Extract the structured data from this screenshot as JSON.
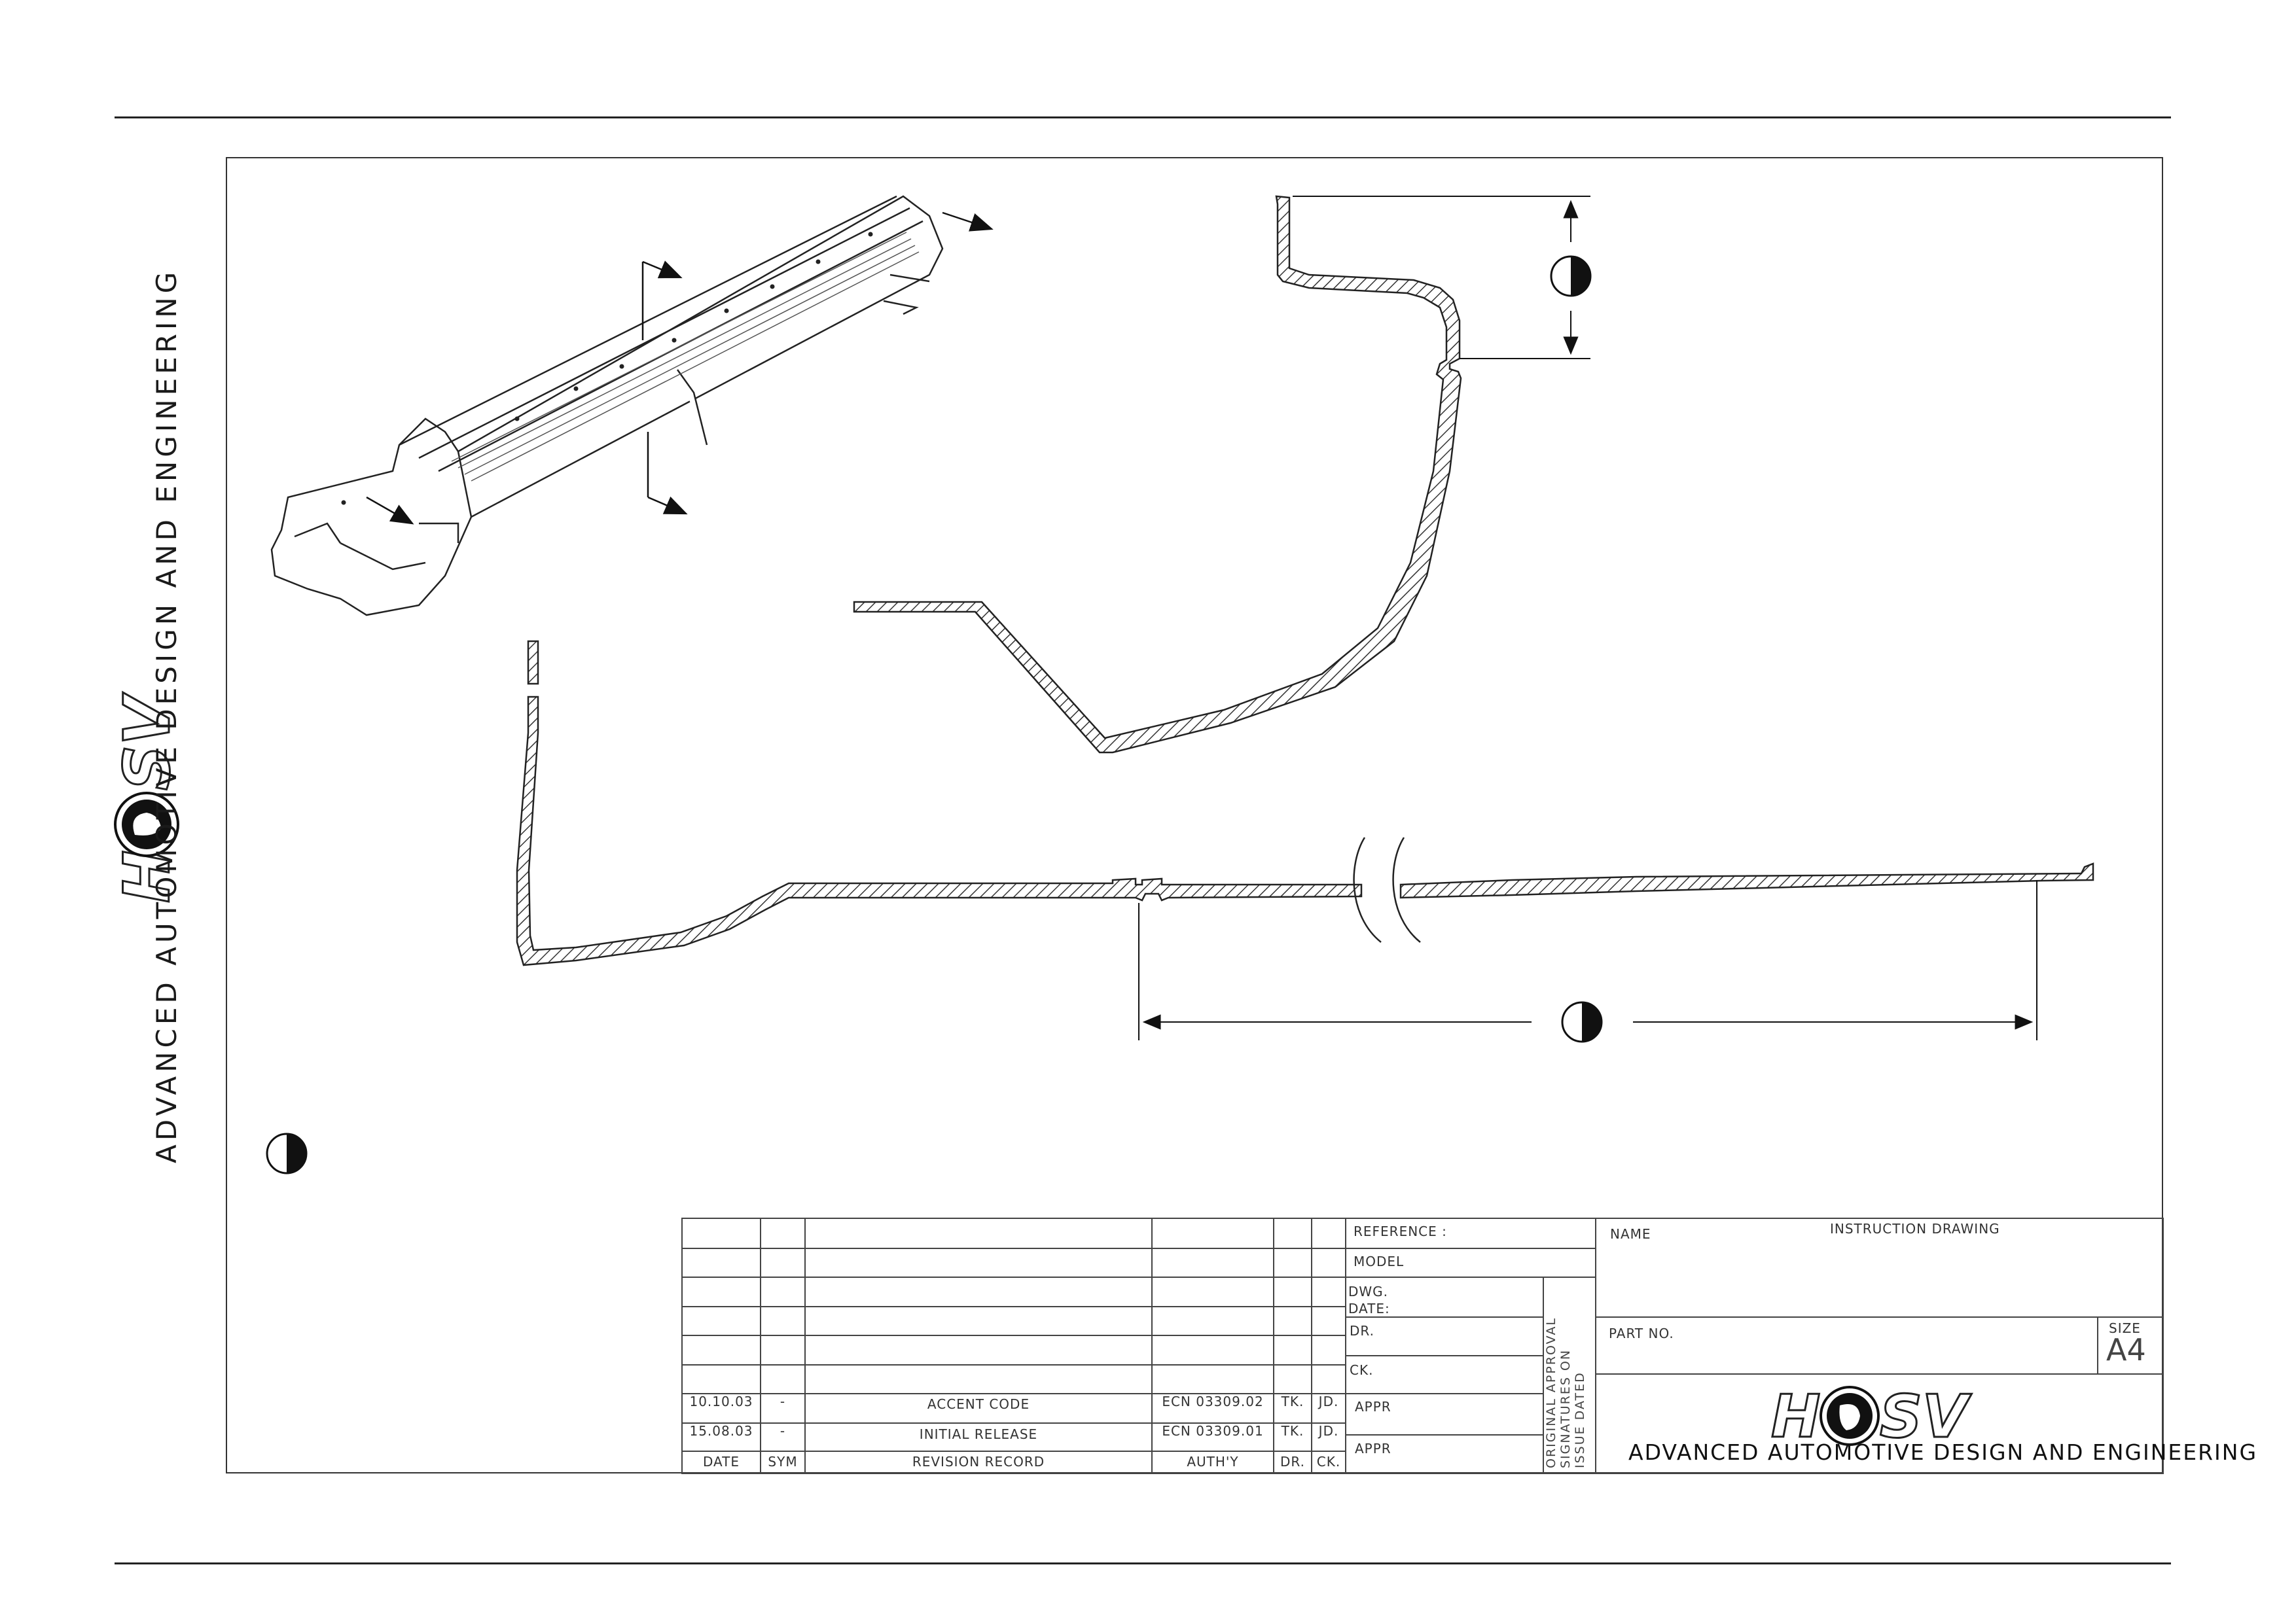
{
  "company": {
    "side_caption": "ADVANCED AUTOMOTIVE DESIGN AND ENGINEERING",
    "logo_text": "HSV"
  },
  "title_block": {
    "reference_label": "REFERENCE :",
    "model_label": "MODEL",
    "dwg_label": "DWG.",
    "date_label": "DATE:",
    "dr_label": "DR.",
    "ck_label": "CK.",
    "appr_label_1": "APPR",
    "appr_label_2": "APPR",
    "approval_note": [
      "ORIGINAL APPROVAL",
      "SIGNATURES ON",
      "ISSUE DATED"
    ],
    "name_label": "NAME",
    "name_value": "INSTRUCTION DRAWING",
    "part_no_label": "PART NO.",
    "size_label": "SIZE",
    "size_value": "A4",
    "company_name": "ADVANCED AUTOMOTIVE DESIGN AND ENGINEERING",
    "revision_header": {
      "date": "DATE",
      "sym": "SYM",
      "record": "REVISION RECORD",
      "auth": "AUTH'Y",
      "dr": "DR.",
      "ck": "CK."
    },
    "revisions": [
      {
        "date": "10.10.03",
        "sym": "-",
        "record": "ACCENT CODE",
        "auth": "ECN 03309.02",
        "dr": "TK.",
        "ck": "JD."
      },
      {
        "date": "15.08.03",
        "sym": "-",
        "record": "INITIAL RELEASE",
        "auth": "ECN 03309.01",
        "dr": "TK.",
        "ck": "JD."
      }
    ]
  },
  "colors": {
    "line": "#1a1a1a",
    "hatch": "#333333",
    "paper": "#ffffff"
  },
  "icons": [
    "half-circle-symbol-icon",
    "hsv-lion-logo-icon",
    "dimension-arrow-icon",
    "break-line-icon"
  ]
}
